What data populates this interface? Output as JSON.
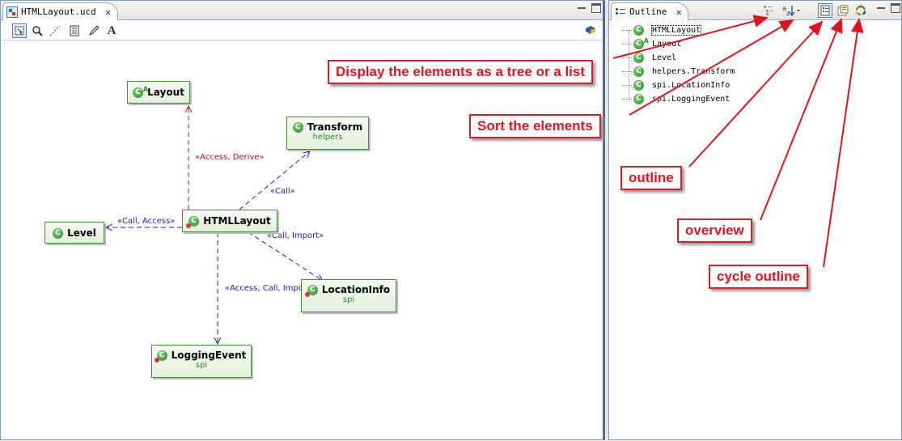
{
  "editor": {
    "tab_title": "HTMLLayout.ucd",
    "close_glyph": "✕"
  },
  "toolbar": {
    "tools": [
      "select-icon",
      "zoom-icon",
      "connector-icon",
      "note-icon",
      "edit-icon",
      "text-icon"
    ],
    "text_tool_glyph": "A"
  },
  "diagram": {
    "classes": [
      {
        "name": "Layout",
        "package": ""
      },
      {
        "name": "Transform",
        "package": "helpers"
      },
      {
        "name": "Level",
        "package": ""
      },
      {
        "name": "HTMLLayout",
        "package": ""
      },
      {
        "name": "LocationInfo",
        "package": "spi"
      },
      {
        "name": "LoggingEvent",
        "package": "spi"
      }
    ],
    "relations": [
      {
        "label": "«Access, Derive»"
      },
      {
        "label": "«Call»"
      },
      {
        "label": "«Call, Access»"
      },
      {
        "label": "«Call, Import»"
      },
      {
        "label": "«Access, Call, Import»"
      }
    ]
  },
  "outline": {
    "tab_title": "Outline",
    "close_glyph": "✕",
    "items": [
      "HTMLLayout",
      "Layout",
      "Level",
      "helpers.Transform",
      "spi.LocationInfo",
      "spi.LoggingEvent"
    ]
  },
  "callouts": {
    "tree_list": "Display the elements as a tree or a list",
    "sort": "Sort the elements",
    "outline": "outline",
    "overview": "overview",
    "cycle": "cycle outline"
  },
  "colors": {
    "callout_red": "#e0141e",
    "relation_red": "#a01818",
    "relation_blue": "#1c1cc8",
    "class_green": "#4c8a3e",
    "package_green": "#2e8b2e"
  }
}
